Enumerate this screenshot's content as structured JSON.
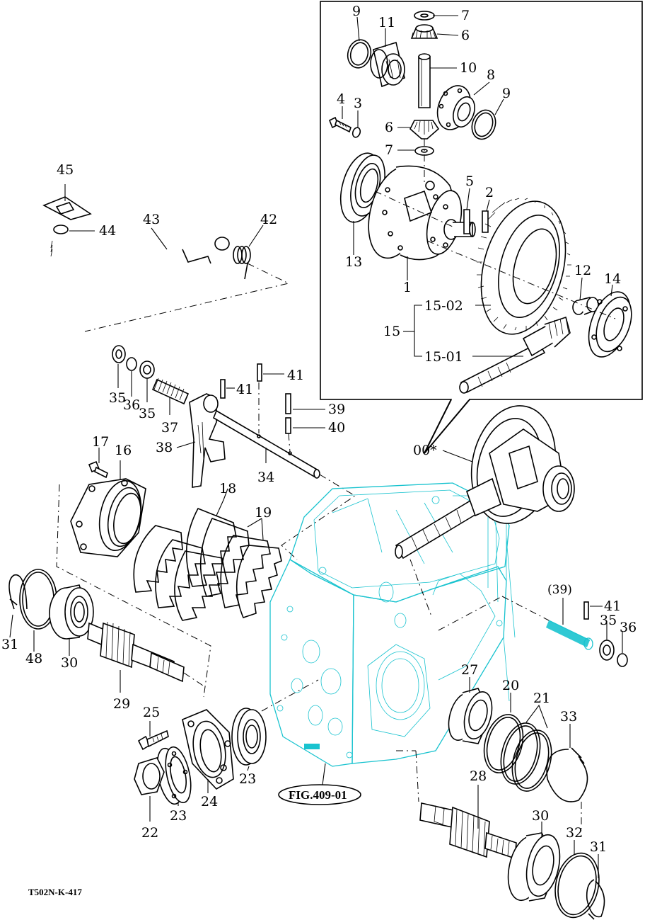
{
  "diagram": {
    "code": "T502N-K-417",
    "reference": "FIG.409-01",
    "labels": {
      "l1": "1",
      "l2": "2",
      "l3": "3",
      "l4": "4",
      "l5": "5",
      "l6a": "6",
      "l6b": "6",
      "l7a": "7",
      "l7b": "7",
      "l8": "8",
      "l9a": "9",
      "l9b": "9",
      "l10": "10",
      "l11": "11",
      "l12": "12",
      "l13": "13",
      "l14": "14",
      "l15": "15",
      "l15_01": "15-01",
      "l15_02": "15-02",
      "l00": "00*",
      "l16": "16",
      "l17": "17",
      "l18": "18",
      "l19": "19",
      "l20": "20",
      "l21": "21",
      "l22": "22",
      "l23a": "23",
      "l23b": "23",
      "l24": "24",
      "l25": "25",
      "l27": "27",
      "l28": "28",
      "l29": "29",
      "l30a": "30",
      "l30b": "30",
      "l31a": "31",
      "l31b": "31",
      "l32": "32",
      "l33": "33",
      "l34": "34",
      "l35a": "35",
      "l35b": "35",
      "l35c": "35",
      "l36a": "36",
      "l36b": "36",
      "l37": "37",
      "l38": "38",
      "l39": "39",
      "l39p": "(39)",
      "l40": "40",
      "l41a": "41",
      "l41b": "41",
      "l41c": "41",
      "l42": "42",
      "l43": "43",
      "l44": "44",
      "l45": "45",
      "l48": "48"
    },
    "colors": {
      "line": "#000000",
      "housing": "#19c3cf",
      "background": "#ffffff"
    }
  }
}
